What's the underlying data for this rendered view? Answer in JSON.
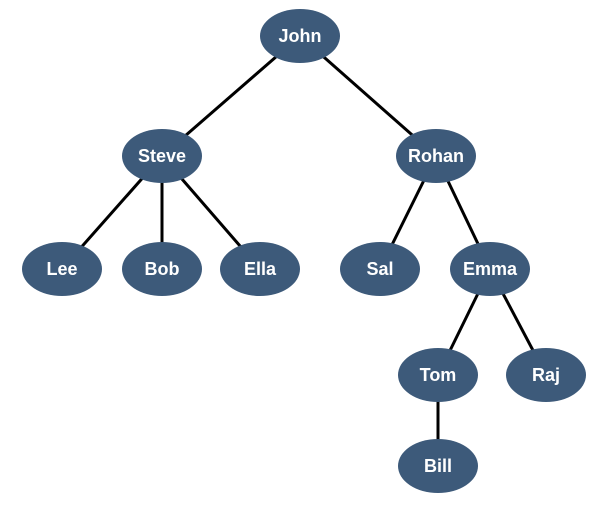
{
  "colors": {
    "node_fill": "#3d5a7a",
    "edge": "#000000",
    "label": "#ffffff"
  },
  "nodes": [
    {
      "id": "john",
      "label": "John"
    },
    {
      "id": "steve",
      "label": "Steve"
    },
    {
      "id": "rohan",
      "label": "Rohan"
    },
    {
      "id": "lee",
      "label": "Lee"
    },
    {
      "id": "bob",
      "label": "Bob"
    },
    {
      "id": "ella",
      "label": "Ella"
    },
    {
      "id": "sal",
      "label": "Sal"
    },
    {
      "id": "emma",
      "label": "Emma"
    },
    {
      "id": "tom",
      "label": "Tom"
    },
    {
      "id": "raj",
      "label": "Raj"
    },
    {
      "id": "bill",
      "label": "Bill"
    }
  ],
  "edges": [
    {
      "from": "john",
      "to": "steve"
    },
    {
      "from": "john",
      "to": "rohan"
    },
    {
      "from": "steve",
      "to": "lee"
    },
    {
      "from": "steve",
      "to": "bob"
    },
    {
      "from": "steve",
      "to": "ella"
    },
    {
      "from": "rohan",
      "to": "sal"
    },
    {
      "from": "rohan",
      "to": "emma"
    },
    {
      "from": "emma",
      "to": "tom"
    },
    {
      "from": "emma",
      "to": "raj"
    },
    {
      "from": "tom",
      "to": "bill"
    }
  ]
}
